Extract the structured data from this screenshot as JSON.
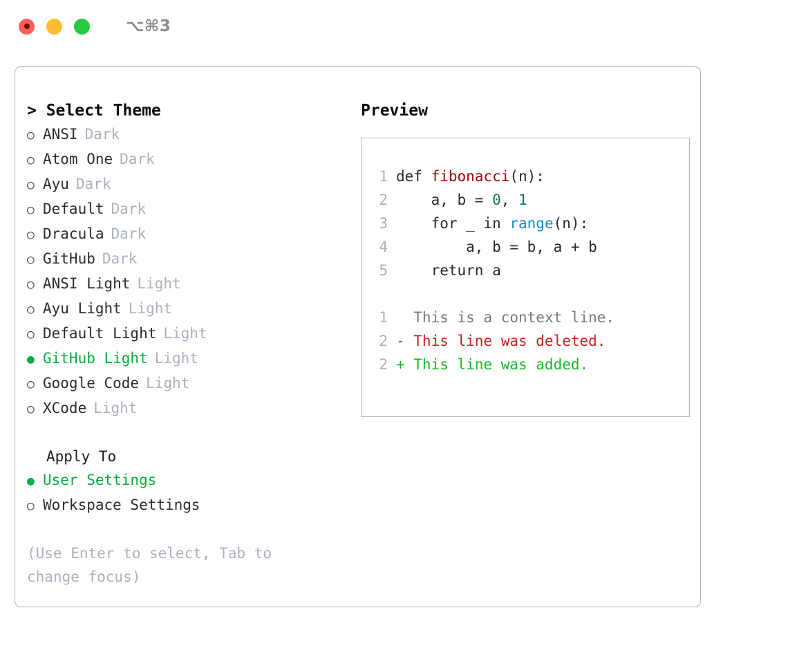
{
  "titlebar": {
    "shortcut": "⌥⌘3",
    "lights": [
      "close-red",
      "minimize-yellow",
      "maximize-green"
    ]
  },
  "left": {
    "header": "> Select Theme",
    "themes": [
      {
        "marker": "○",
        "name": "ANSI",
        "tag": "Dark",
        "selected": false
      },
      {
        "marker": "○",
        "name": "Atom One",
        "tag": "Dark",
        "selected": false
      },
      {
        "marker": "○",
        "name": "Ayu",
        "tag": "Dark",
        "selected": false
      },
      {
        "marker": "○",
        "name": "Default",
        "tag": "Dark",
        "selected": false
      },
      {
        "marker": "○",
        "name": "Dracula",
        "tag": "Dark",
        "selected": false
      },
      {
        "marker": "○",
        "name": "GitHub",
        "tag": "Dark",
        "selected": false
      },
      {
        "marker": "○",
        "name": "ANSI Light",
        "tag": "Light",
        "selected": false
      },
      {
        "marker": "○",
        "name": "Ayu Light",
        "tag": "Light",
        "selected": false
      },
      {
        "marker": "○",
        "name": "Default Light",
        "tag": "Light",
        "selected": false
      },
      {
        "marker": "●",
        "name": "GitHub Light",
        "tag": "Light",
        "selected": true
      },
      {
        "marker": "○",
        "name": "Google Code",
        "tag": "Light",
        "selected": false
      },
      {
        "marker": "○",
        "name": "XCode",
        "tag": "Light",
        "selected": false
      }
    ],
    "apply_header": "Apply To",
    "apply_options": [
      {
        "marker": "●",
        "name": "User Settings",
        "selected": true
      },
      {
        "marker": "○",
        "name": "Workspace Settings",
        "selected": false
      }
    ],
    "hint": "(Use Enter to select, Tab to change focus)"
  },
  "preview": {
    "title": "Preview",
    "code_lines": [
      {
        "num": "1",
        "tokens": [
          {
            "t": "def ",
            "c": "plain"
          },
          {
            "t": "fibonacci",
            "c": "fn"
          },
          {
            "t": "(n):",
            "c": "plain"
          }
        ]
      },
      {
        "num": "2",
        "tokens": [
          {
            "t": "    a, b = ",
            "c": "plain"
          },
          {
            "t": "0",
            "c": "num"
          },
          {
            "t": ", ",
            "c": "plain"
          },
          {
            "t": "1",
            "c": "num"
          }
        ]
      },
      {
        "num": "3",
        "tokens": [
          {
            "t": "    for _ in ",
            "c": "plain"
          },
          {
            "t": "range",
            "c": "call"
          },
          {
            "t": "(n):",
            "c": "plain"
          }
        ]
      },
      {
        "num": "4",
        "tokens": [
          {
            "t": "        a, b = b, a + b",
            "c": "plain"
          }
        ]
      },
      {
        "num": "5",
        "tokens": [
          {
            "t": "    return a",
            "c": "plain"
          }
        ]
      }
    ],
    "diff_lines": [
      {
        "num": "1",
        "text": "  This is a context line.",
        "kind": "ctx"
      },
      {
        "num": "2",
        "text": "- This line was deleted.",
        "kind": "del"
      },
      {
        "num": "2",
        "text": "+ This line was added.",
        "kind": "add"
      }
    ]
  },
  "colors": {
    "accent_green": "#0aab3f",
    "muted": "#a9b2bf",
    "border": "#aab4c2",
    "fn_red": "#a00505",
    "num_teal": "#0b7a63",
    "call_blue": "#1689c4",
    "diff_delete": "#cc1f1f",
    "diff_add": "#12bb27"
  }
}
